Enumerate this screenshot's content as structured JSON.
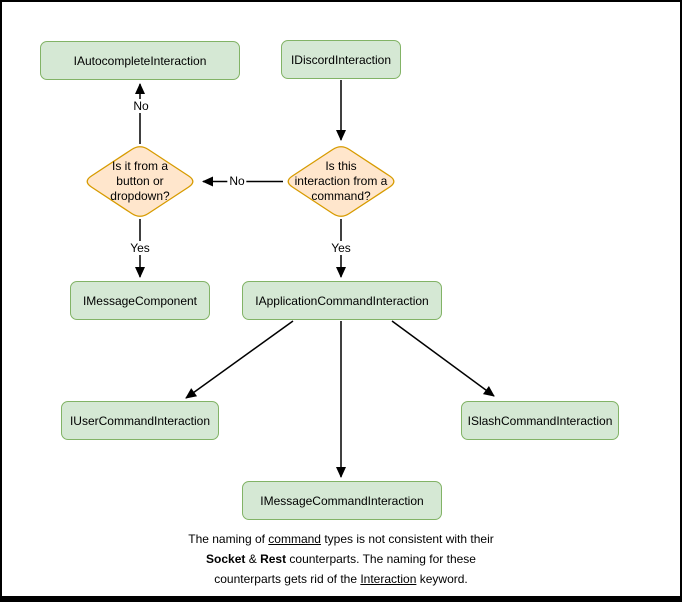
{
  "diagram": {
    "nodes": {
      "autocomplete": "IAutocompleteInteraction",
      "discord": "IDiscordInteraction",
      "message_component": "IMessageComponent",
      "application_command": "IApplicationCommandInteraction",
      "user_command": "IUserCommandInteraction",
      "slash_command": "ISlashCommandInteraction",
      "message_command": "IMessageCommandInteraction"
    },
    "decisions": {
      "button_dropdown": "Is it from a\nbutton or\ndropdown?",
      "from_command": "Is this\ninteraction from a\ncommand?"
    },
    "edge_labels": {
      "no_to_autocomplete": "No",
      "no_between_decisions": "No",
      "yes_to_message_component": "Yes",
      "yes_to_application_command": "Yes"
    },
    "colors": {
      "node_fill": "#d5e8d4",
      "node_stroke": "#82b366",
      "decision_fill": "#ffe6cc",
      "decision_stroke": "#d79b00",
      "arrow": "#000000"
    },
    "note": {
      "l1a": "The naming of ",
      "l1b": "command",
      "l1c": " types is not consistent with their",
      "l2a": "Socket",
      "l2b": " & ",
      "l2c": "Rest",
      "l2d": " counterparts. The naming for these",
      "l3a": "counterparts gets rid of the ",
      "l3b": "Interaction",
      "l3c": " keyword."
    }
  }
}
